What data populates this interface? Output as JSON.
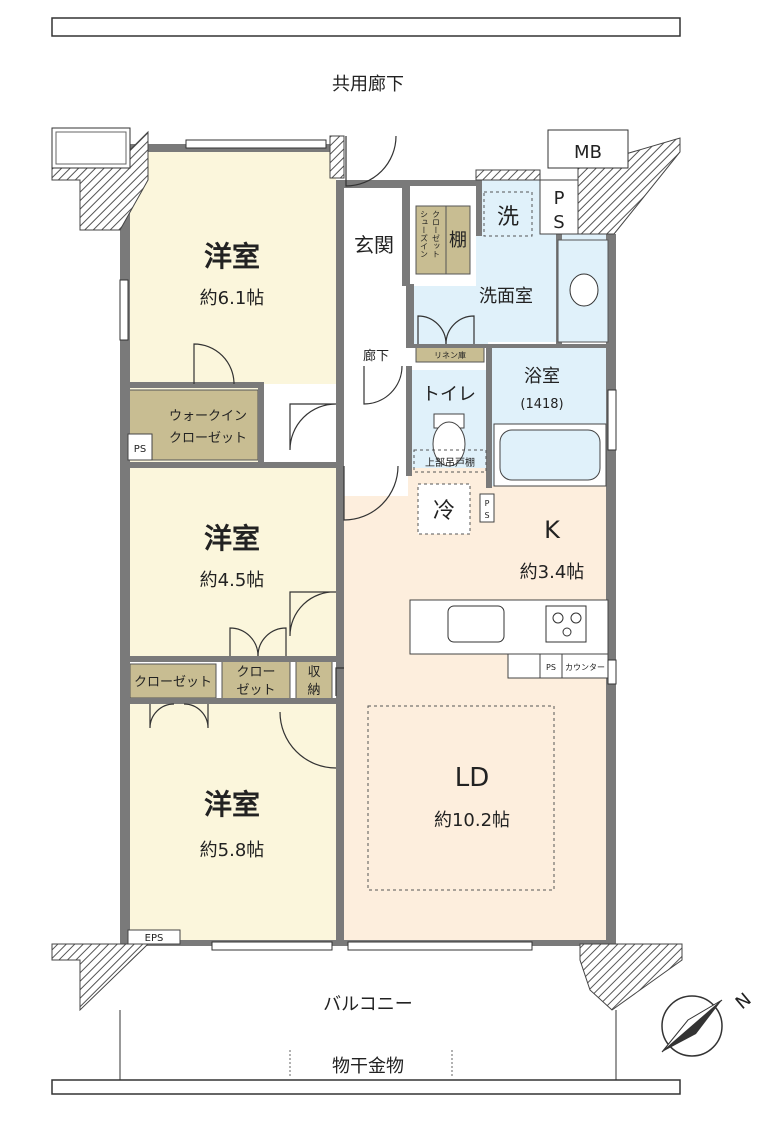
{
  "colors": {
    "bedroom": "#fbf6dc",
    "ldk": "#fdeedd",
    "wet": "#e0f1fa",
    "closet": "#c8bd92",
    "wall": "#7a7a7a",
    "hatch": "#555555"
  },
  "labels": {
    "corridor_top": "共用廊下",
    "balcony": "バルコニー",
    "drying_rack": "物干金物",
    "mb": "MB",
    "ps_top": "P\nS",
    "ps_top_p": "P",
    "ps_top_s": "S",
    "ps_walkin": "PS",
    "ps_kitchen": "PS",
    "ps_wc_p": "P",
    "ps_wc_s": "S",
    "eps": "EPS",
    "counter": "カウンター",
    "north": "N"
  },
  "rooms": {
    "bedroom1": {
      "name": "洋室",
      "size": "約6.1帖"
    },
    "bedroom2": {
      "name": "洋室",
      "size": "約4.5帖"
    },
    "bedroom3": {
      "name": "洋室",
      "size": "約5.8帖"
    },
    "kitchen": {
      "name": "K",
      "size": "約3.4帖"
    },
    "living": {
      "name": "LD",
      "size": "約10.2帖"
    },
    "entrance": "玄関",
    "hallway": "廊下",
    "washroom": "洗面室",
    "bathroom": "浴室",
    "bathroom_size": "(1418)",
    "toilet": "トイレ",
    "laundry": "洗",
    "fridge": "冷",
    "shelf": "棚",
    "shoe_closet_1": "シューズイン",
    "shoe_closet_2": "クローゼット",
    "linen": "リネン庫",
    "upper_shelf": "上部吊戸棚",
    "walkin_1": "ウォークイン",
    "walkin_2": "クローゼット",
    "closet_a": "クローゼット",
    "closet_b_1": "クロー",
    "closet_b_2": "ゼット",
    "storage_1": "収",
    "storage_2": "納"
  }
}
